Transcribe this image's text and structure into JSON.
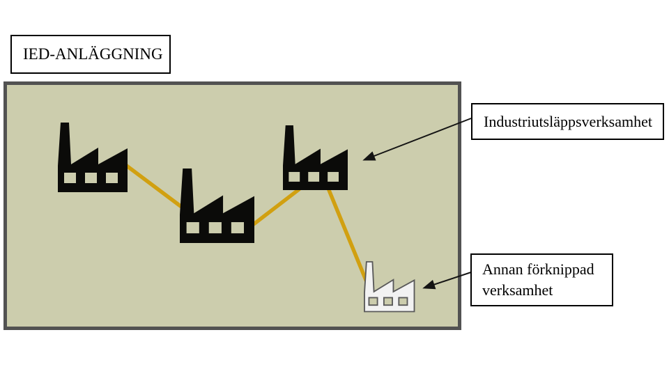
{
  "title_box": {
    "label": "IED-ANLÄGGNING"
  },
  "callouts": {
    "industrial": {
      "label": "Industriutsläppsverksamhet"
    },
    "associated": {
      "label": "Annan förknippad verksamhet"
    }
  },
  "diagram": {
    "boundary": "IED facility boundary rectangle",
    "nodes": [
      {
        "id": "factory-1",
        "icon": "factory-icon",
        "variant": "black"
      },
      {
        "id": "factory-2",
        "icon": "factory-icon",
        "variant": "black"
      },
      {
        "id": "factory-3",
        "icon": "factory-icon",
        "variant": "black"
      },
      {
        "id": "factory-4",
        "icon": "factory-icon",
        "variant": "white-outline"
      }
    ],
    "connections": [
      {
        "from": "factory-1",
        "to": "factory-2",
        "style": "orange-line"
      },
      {
        "from": "factory-2",
        "to": "factory-3",
        "style": "orange-line"
      },
      {
        "from": "factory-3",
        "to": "factory-4",
        "style": "orange-line"
      }
    ],
    "arrows": [
      {
        "from": "callout-industrial",
        "to": "factory-3"
      },
      {
        "from": "callout-associated",
        "to": "factory-4"
      }
    ]
  },
  "colors": {
    "diagram_fill": "#cccdad",
    "diagram_border": "#525252",
    "factory_black": "#0b0b09",
    "factory_white_fill": "#f2f2f2",
    "factory_white_stroke": "#595959",
    "connector_orange": "#d1a011",
    "arrow_black": "#141414",
    "box_border": "#000000",
    "text_color": "#000000",
    "page_bg": "#ffffff"
  }
}
